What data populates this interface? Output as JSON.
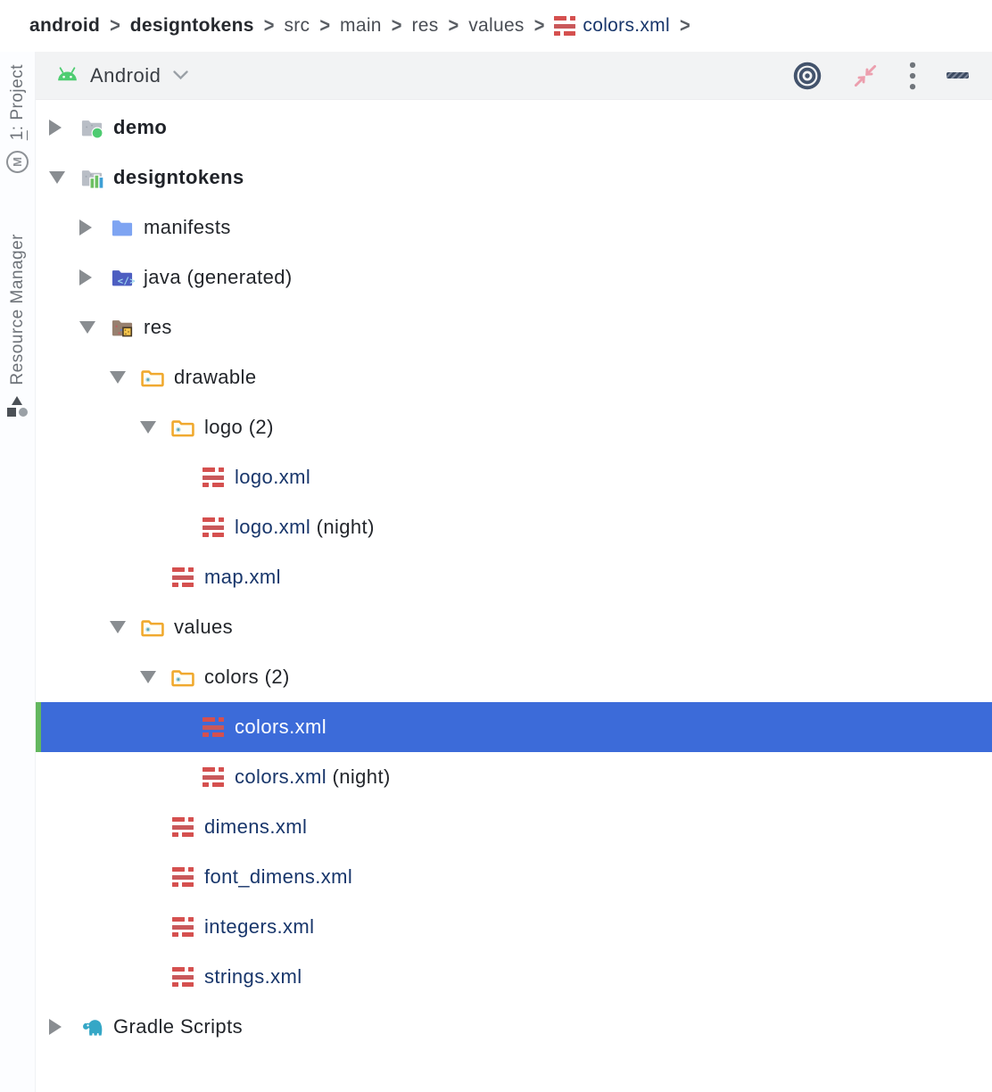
{
  "breadcrumb": {
    "items": [
      {
        "label": "android",
        "bold": true
      },
      {
        "label": "designtokens",
        "bold": true
      },
      {
        "label": "src"
      },
      {
        "label": "main"
      },
      {
        "label": "res"
      },
      {
        "label": "values"
      },
      {
        "label": "colors.xml",
        "navy": true,
        "icon": "xml-file"
      }
    ],
    "separator": ">"
  },
  "tool_stripe": {
    "project": {
      "mnemonic": "1",
      "rest": ": Project",
      "icon": "project-tool-window"
    },
    "resource_manager": {
      "label": "Resource Manager",
      "icon": "resource-manager"
    }
  },
  "panel_toolbar": {
    "view_title": "Android",
    "view_icon": "android-logo",
    "actions": [
      {
        "name": "select-opened-file",
        "icon": "target"
      },
      {
        "name": "collapse-all",
        "icon": "collapse-arrows"
      },
      {
        "name": "more-options",
        "icon": "kebab-menu"
      },
      {
        "name": "hide-tool-window",
        "icon": "minimize-bar"
      }
    ]
  },
  "tree": {
    "rows": [
      {
        "label": "demo",
        "level": 0,
        "arrow": "collapsed",
        "icon": "module-demo",
        "bold": true
      },
      {
        "label": "designtokens",
        "level": 0,
        "arrow": "expanded",
        "icon": "module-library",
        "bold": true
      },
      {
        "label": "manifests",
        "level": 1,
        "arrow": "collapsed",
        "icon": "folder-manifests"
      },
      {
        "label": "java (generated)",
        "level": 1,
        "arrow": "collapsed",
        "icon": "folder-java"
      },
      {
        "label": "res",
        "level": 1,
        "arrow": "expanded",
        "icon": "folder-res"
      },
      {
        "label": "drawable",
        "level": 2,
        "arrow": "expanded",
        "icon": "folder-resource"
      },
      {
        "label": "logo (2)",
        "level": 3,
        "arrow": "expanded",
        "icon": "folder-resource"
      },
      {
        "label": "logo.xml",
        "level": 4,
        "icon": "xml-file",
        "navy": true
      },
      {
        "label": "logo.xml",
        "suffix": " (night)",
        "level": 4,
        "icon": "xml-file",
        "navy": true
      },
      {
        "label": "map.xml",
        "level": 3,
        "icon": "xml-file",
        "navy": true
      },
      {
        "label": "values",
        "level": 2,
        "arrow": "expanded",
        "icon": "folder-resource"
      },
      {
        "label": "colors (2)",
        "level": 3,
        "arrow": "expanded",
        "icon": "folder-resource"
      },
      {
        "label": "colors.xml",
        "level": 4,
        "icon": "xml-file",
        "selected": true
      },
      {
        "label": "colors.xml",
        "suffix": " (night)",
        "level": 4,
        "icon": "xml-file",
        "navy": true
      },
      {
        "label": "dimens.xml",
        "level": 3,
        "icon": "xml-file",
        "navy": true
      },
      {
        "label": "font_dimens.xml",
        "level": 3,
        "icon": "xml-file",
        "navy": true
      },
      {
        "label": "integers.xml",
        "level": 3,
        "icon": "xml-file",
        "navy": true
      },
      {
        "label": "strings.xml",
        "level": 3,
        "icon": "xml-file",
        "navy": true
      },
      {
        "label": "Gradle Scripts",
        "level": 0,
        "arrow": "collapsed",
        "icon": "gradle-elephant"
      }
    ]
  },
  "colors": {
    "selection_blue": "#3C6BD9",
    "selection_stripe_green": "#63B75F",
    "xml_icon_red": "#D5504F",
    "resource_folder_yellow": "#F0A92E",
    "android_green": "#4ECD71",
    "gradle_teal": "#35A7C6",
    "file_label_navy": "#18366B",
    "toolbar_background": "#F2F3F4"
  }
}
